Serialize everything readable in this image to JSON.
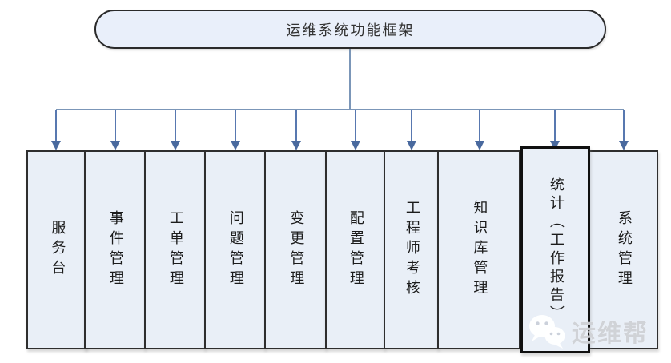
{
  "root_node": {
    "title": "运维系统功能框架"
  },
  "modules": [
    {
      "label": "服务台"
    },
    {
      "label": "事件管理"
    },
    {
      "label": "工单管理"
    },
    {
      "label": "问题管理"
    },
    {
      "label": "变更管理"
    },
    {
      "label": "配置管理"
    },
    {
      "label": "工程师考核"
    },
    {
      "label": "知识库管理"
    },
    {
      "label": "统计（工作报告）"
    },
    {
      "label": "系统管理"
    }
  ],
  "watermark": {
    "text": "运维帮",
    "icon": "wechat-icon"
  },
  "colors": {
    "node_fill": "#e9eff7",
    "node_border": "#2e2e2e",
    "highlight_border": "#101010",
    "connector_line": "#7b96b8",
    "arrow_line": "#5878b0",
    "arrow_head": "#49699e"
  }
}
